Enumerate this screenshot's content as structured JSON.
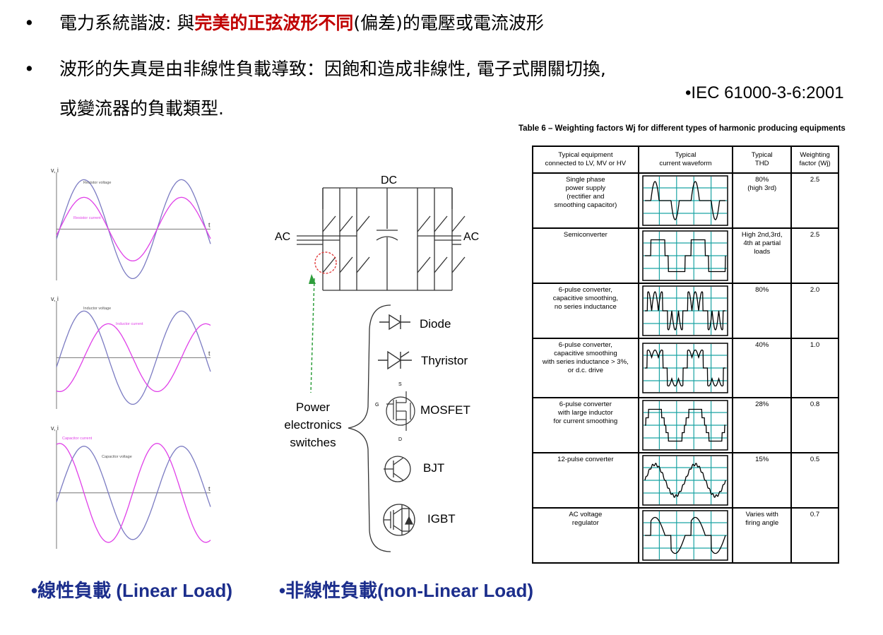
{
  "bullets": [
    {
      "prefix": "電力系統諧波: 與",
      "highlight": "完美的正弦波形不同",
      "suffix": "(偏差)的電壓或電流波形"
    },
    {
      "line1": "波形的失真是由非線性負載導致：因飽和造成非線性, 電子式開關切換,",
      "line2": "或變流器的負載類型."
    }
  ],
  "bullet_symbol": "•",
  "standard": "•IEC 61000-3-6:2001",
  "plots": {
    "axis_y": "v, i",
    "axis_t": "t",
    "plot1": {
      "voltage": "Resistor voltage",
      "current": "Resistor current"
    },
    "plot2": {
      "voltage": "Inductor voltage",
      "current": "Inductor current"
    },
    "plot3": {
      "voltage": "Capacitor voltage",
      "current": "Capacitor current"
    }
  },
  "circuit": {
    "dc": "DC",
    "ac_left": "AC",
    "ac_right": "AC",
    "switch_group_label_1": "Power",
    "switch_group_label_2": "electronics",
    "switch_group_label_3": "switches",
    "devices": [
      "Diode",
      "Thyristor",
      "MOSFET",
      "BJT",
      "IGBT"
    ],
    "mosfet_pins": {
      "s": "S",
      "g": "G",
      "d": "D"
    }
  },
  "table": {
    "title": "Table 6 – Weighting factors Wj for different types of harmonic producing equipments",
    "headers": [
      "Typical equipment\nconnected to LV, MV or HV",
      "Typical\ncurrent waveform",
      "Typical\nTHD",
      "Weighting\nfactor (Wj)"
    ],
    "rows": [
      {
        "equipment": "Single phase\npower supply\n(rectifier and\nsmoothing capacitor)",
        "thd": "80%\n(high 3rd)",
        "factor": "2.5"
      },
      {
        "equipment": "Semiconverter",
        "thd": "High 2nd,3rd,\n4th at partial\nloads",
        "factor": "2.5"
      },
      {
        "equipment": "6-pulse converter,\ncapacitive smoothing,\nno series inductance",
        "thd": "80%",
        "factor": "2.0"
      },
      {
        "equipment": "6-pulse converter,\ncapacitive smoothing\nwith series inductance > 3%,\nor d.c. drive",
        "thd": "40%",
        "factor": "1.0"
      },
      {
        "equipment": "6-pulse converter\nwith large inductor\nfor current smoothing",
        "thd": "28%",
        "factor": "0.8"
      },
      {
        "equipment": "12-pulse converter",
        "thd": "15%",
        "factor": "0.5"
      },
      {
        "equipment": "AC voltage\nregulator",
        "thd": "Varies with\nfiring angle",
        "factor": "0.7"
      }
    ]
  },
  "captions": {
    "linear": "•線性負載 (Linear Load)",
    "nonlinear": "•非線性負載(non-Linear Load)"
  },
  "colors": {
    "highlight": "#c00000",
    "caption": "#1c2e8c",
    "voltage_curve": "#7b7bc2",
    "current_curve": "#e040e8",
    "grid_teal": "#1aa3a3",
    "arrow_green": "#2e9e3c",
    "circle_red": "#e03030"
  }
}
